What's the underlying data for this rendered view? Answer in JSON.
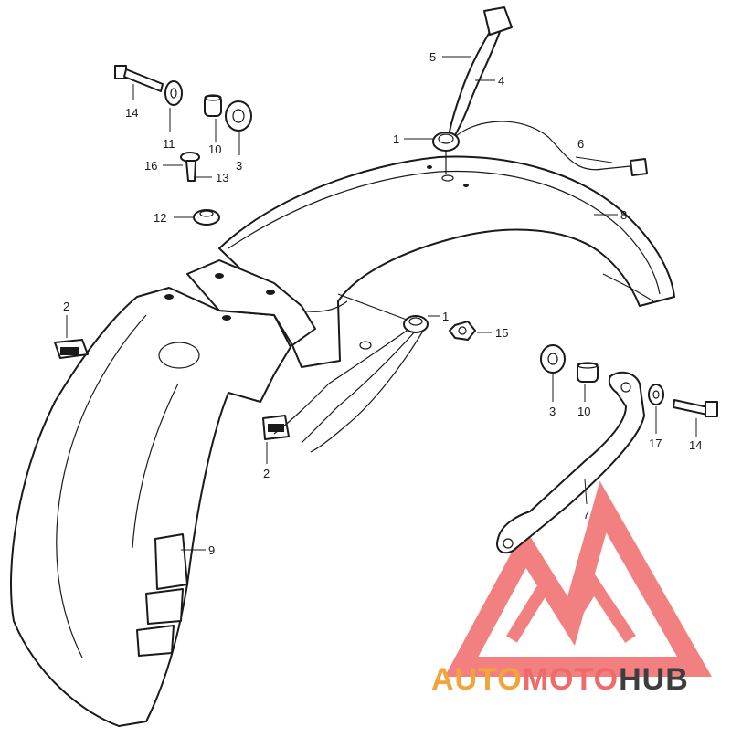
{
  "callouts": [
    {
      "id": "c14a",
      "text": "14"
    },
    {
      "id": "c11",
      "text": "11"
    },
    {
      "id": "c10a",
      "text": "10"
    },
    {
      "id": "c3a",
      "text": "3"
    },
    {
      "id": "c16",
      "text": "16"
    },
    {
      "id": "c13",
      "text": "13"
    },
    {
      "id": "c12",
      "text": "12"
    },
    {
      "id": "c5",
      "text": "5"
    },
    {
      "id": "c4",
      "text": "4"
    },
    {
      "id": "c1a",
      "text": "1"
    },
    {
      "id": "c6",
      "text": "6"
    },
    {
      "id": "c8",
      "text": "8"
    },
    {
      "id": "c1b",
      "text": "1"
    },
    {
      "id": "c15",
      "text": "15"
    },
    {
      "id": "c2a",
      "text": "2"
    },
    {
      "id": "c2b",
      "text": "2"
    },
    {
      "id": "c3b",
      "text": "3"
    },
    {
      "id": "c10b",
      "text": "10"
    },
    {
      "id": "c17",
      "text": "17"
    },
    {
      "id": "c14b",
      "text": "14"
    },
    {
      "id": "c7",
      "text": "7"
    },
    {
      "id": "c9",
      "text": "9"
    }
  ],
  "watermark": {
    "part1": "AUTO",
    "part2": "MOTO",
    "part3": "HUB",
    "color1": "#f2a43a",
    "color2": "#f06a6a",
    "color3": "#3d3d3d",
    "logo_color": "#f06a6a"
  },
  "colors": {
    "ink": "#1a1a1a",
    "paper": "#ffffff"
  }
}
